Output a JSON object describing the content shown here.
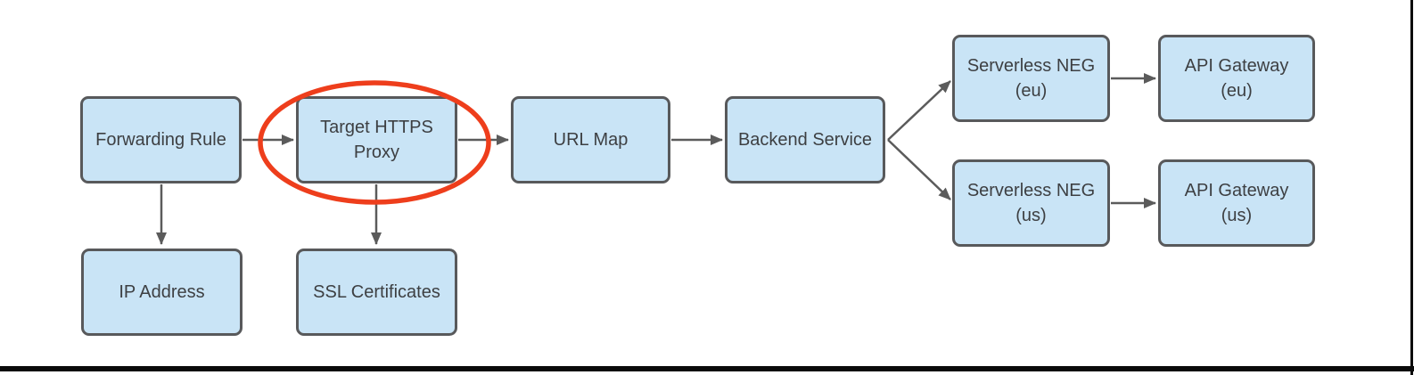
{
  "diagram": {
    "type": "flowchart",
    "nodes": [
      {
        "id": "forwarding-rule",
        "label": "Forwarding Rule"
      },
      {
        "id": "target-https-proxy",
        "label": "Target HTTPS\nProxy",
        "highlighted": true
      },
      {
        "id": "url-map",
        "label": "URL Map"
      },
      {
        "id": "backend-service",
        "label": "Backend Service"
      },
      {
        "id": "serverless-neg-eu",
        "label": "Serverless NEG\n(eu)"
      },
      {
        "id": "api-gateway-eu",
        "label": "API Gateway\n(eu)"
      },
      {
        "id": "serverless-neg-us",
        "label": "Serverless NEG\n(us)"
      },
      {
        "id": "api-gateway-us",
        "label": "API Gateway\n(us)"
      },
      {
        "id": "ip-address",
        "label": "IP Address"
      },
      {
        "id": "ssl-certificates",
        "label": "SSL Certificates"
      }
    ],
    "edges": [
      {
        "from": "Forwarding Rule",
        "to": "Target HTTPS Proxy"
      },
      {
        "from": "Forwarding Rule",
        "to": "IP Address"
      },
      {
        "from": "Target HTTPS Proxy",
        "to": "URL Map"
      },
      {
        "from": "Target HTTPS Proxy",
        "to": "SSL Certificates"
      },
      {
        "from": "URL Map",
        "to": "Backend Service"
      },
      {
        "from": "Backend Service",
        "to": "Serverless NEG (eu)"
      },
      {
        "from": "Backend Service",
        "to": "Serverless NEG (us)"
      },
      {
        "from": "Serverless NEG (eu)",
        "to": "API Gateway (eu)"
      },
      {
        "from": "Serverless NEG (us)",
        "to": "API Gateway (us)"
      }
    ],
    "annotation": {
      "shape": "ellipse-highlight",
      "highlights": "Target HTTPS Proxy",
      "color": "#ee3e1c"
    },
    "colors": {
      "node_fill": "#c9e4f6",
      "node_border": "#58595b",
      "arrow": "#5b5b5b",
      "text": "#3d3f42",
      "highlight": "#ee3e1c",
      "frame": "#0a0a0a",
      "background": "#ffffff"
    }
  }
}
